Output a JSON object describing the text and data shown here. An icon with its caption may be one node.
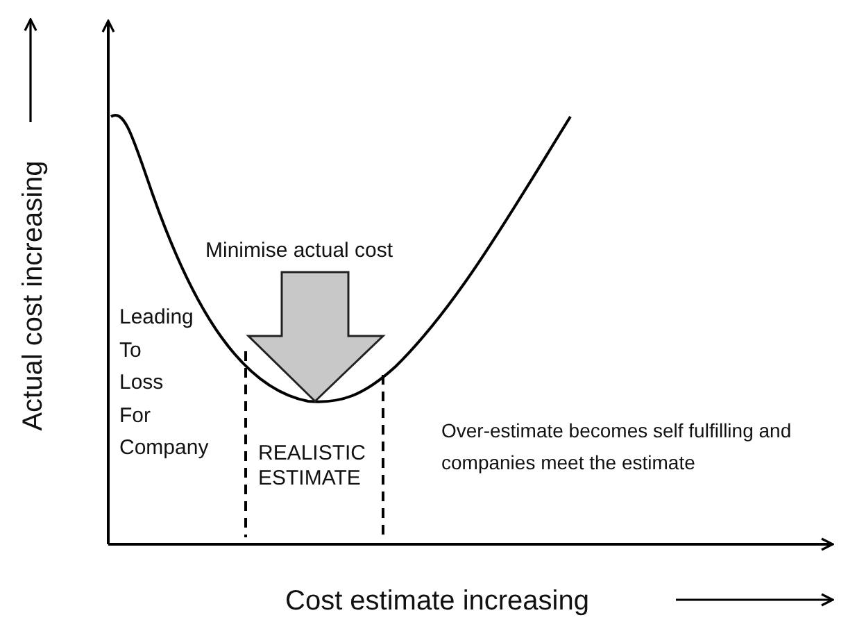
{
  "diagram": {
    "labels": [
      "Actual cost increasing",
      "Minimise actual cost",
      "Leading To Loss For Company",
      "REALISTIC ESTIMATE",
      "Over-estimate becomes self fulfilling and companies meet the estimate",
      "Cost estimate increasing"
    ]
  }
}
